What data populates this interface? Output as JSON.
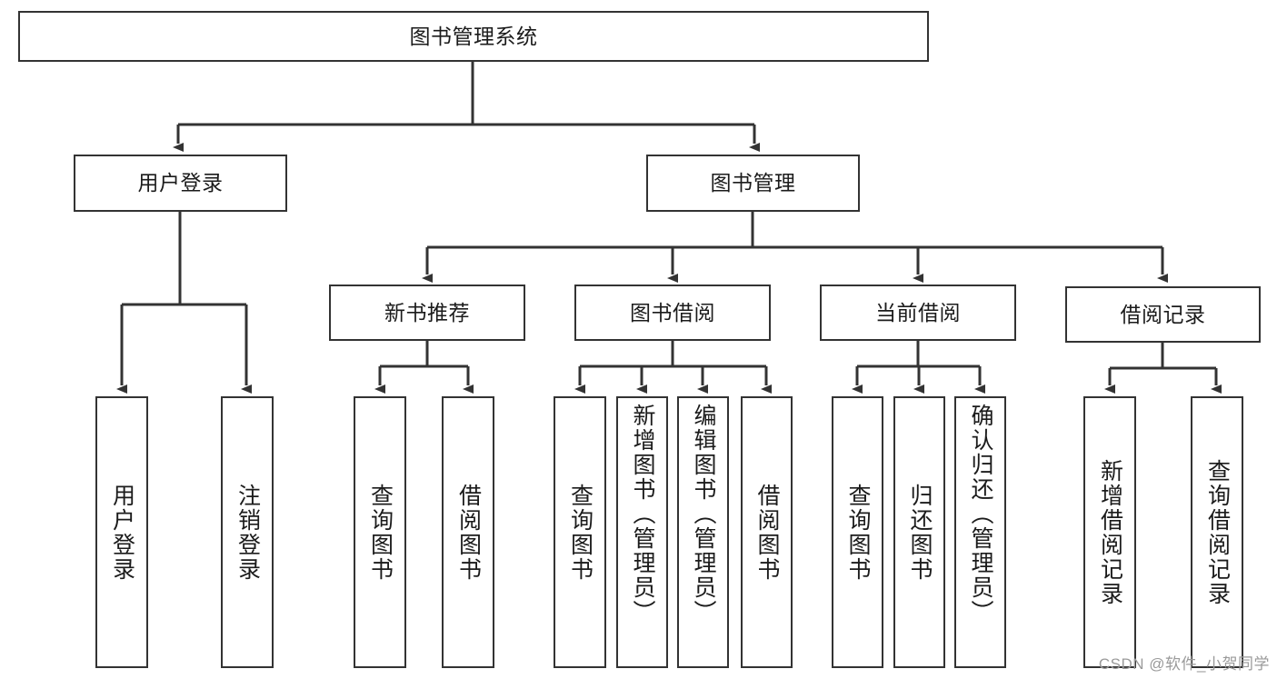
{
  "diagram": {
    "title": "图书管理系统",
    "type": "tree",
    "root": {
      "id": "root",
      "label": "图书管理系统"
    },
    "level2": [
      {
        "id": "user-login",
        "label": "用户登录"
      },
      {
        "id": "book-manage",
        "label": "图书管理"
      }
    ],
    "level3": [
      {
        "id": "new-book-recommend",
        "label": "新书推荐",
        "parent": "book-manage"
      },
      {
        "id": "book-borrow",
        "label": "图书借阅",
        "parent": "book-manage"
      },
      {
        "id": "current-borrow",
        "label": "当前借阅",
        "parent": "book-manage"
      },
      {
        "id": "borrow-record",
        "label": "借阅记录",
        "parent": "book-manage"
      }
    ],
    "leaves": [
      {
        "id": "leaf-user-login",
        "label": "用户登录",
        "parent": "user-login"
      },
      {
        "id": "leaf-logout",
        "label": "注销登录",
        "parent": "user-login"
      },
      {
        "id": "leaf-query-book-1",
        "label": "查询图书",
        "parent": "new-book-recommend"
      },
      {
        "id": "leaf-borrow-book-1",
        "label": "借阅图书",
        "parent": "new-book-recommend"
      },
      {
        "id": "leaf-query-book-2",
        "label": "查询图书",
        "parent": "book-borrow"
      },
      {
        "id": "leaf-add-book",
        "label": "新增图书（管理员）",
        "parent": "book-borrow"
      },
      {
        "id": "leaf-edit-book",
        "label": "编辑图书（管理员）",
        "parent": "book-borrow"
      },
      {
        "id": "leaf-borrow-book-2",
        "label": "借阅图书",
        "parent": "book-borrow"
      },
      {
        "id": "leaf-query-book-3",
        "label": "查询图书",
        "parent": "current-borrow"
      },
      {
        "id": "leaf-return-book",
        "label": "归还图书",
        "parent": "current-borrow"
      },
      {
        "id": "leaf-confirm-return",
        "label": "确认归还（管理员）",
        "parent": "current-borrow"
      },
      {
        "id": "leaf-add-record",
        "label": "新增借阅记录",
        "parent": "borrow-record"
      },
      {
        "id": "leaf-query-record",
        "label": "查询借阅记录",
        "parent": "borrow-record"
      }
    ]
  },
  "watermark": {
    "text": "CSDN @软件_小贺同学"
  },
  "colors": {
    "border": "#333333",
    "background": "#ffffff",
    "text": "#1b1b1b",
    "watermark": "#9a9a9a"
  }
}
